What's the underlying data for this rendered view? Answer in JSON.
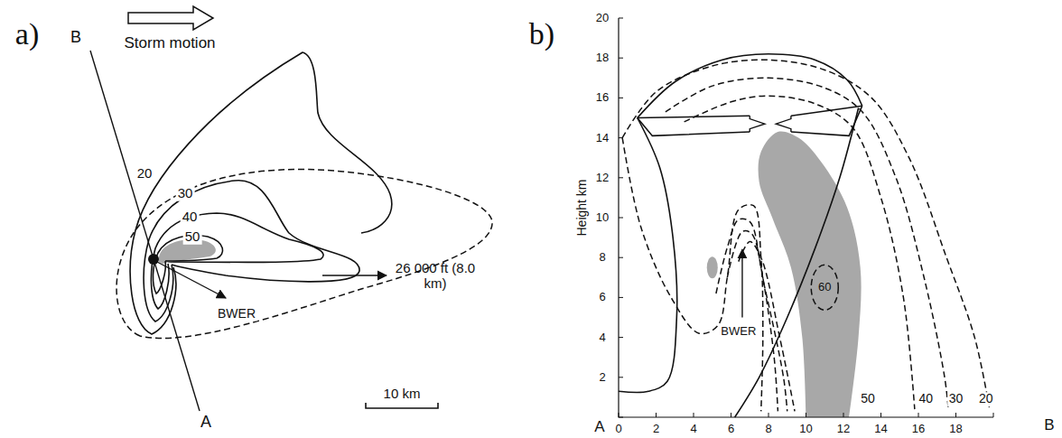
{
  "diagram": {
    "labels": [
      "a)",
      "B",
      "Storm motion",
      "20",
      "30",
      "40",
      "50",
      "26 000 ft (8.0 km)",
      "BWER",
      "10 km",
      "A",
      "b)",
      "20",
      "18",
      "16",
      "14",
      "12",
      "10",
      "8",
      "6",
      "4",
      "2",
      "Height km",
      "0",
      "2",
      "4",
      "6",
      "8",
      "10",
      "12",
      "14",
      "16",
      "18",
      "A",
      "B",
      "60",
      "BWER",
      "50",
      "40",
      "30",
      "20"
    ]
  }
}
